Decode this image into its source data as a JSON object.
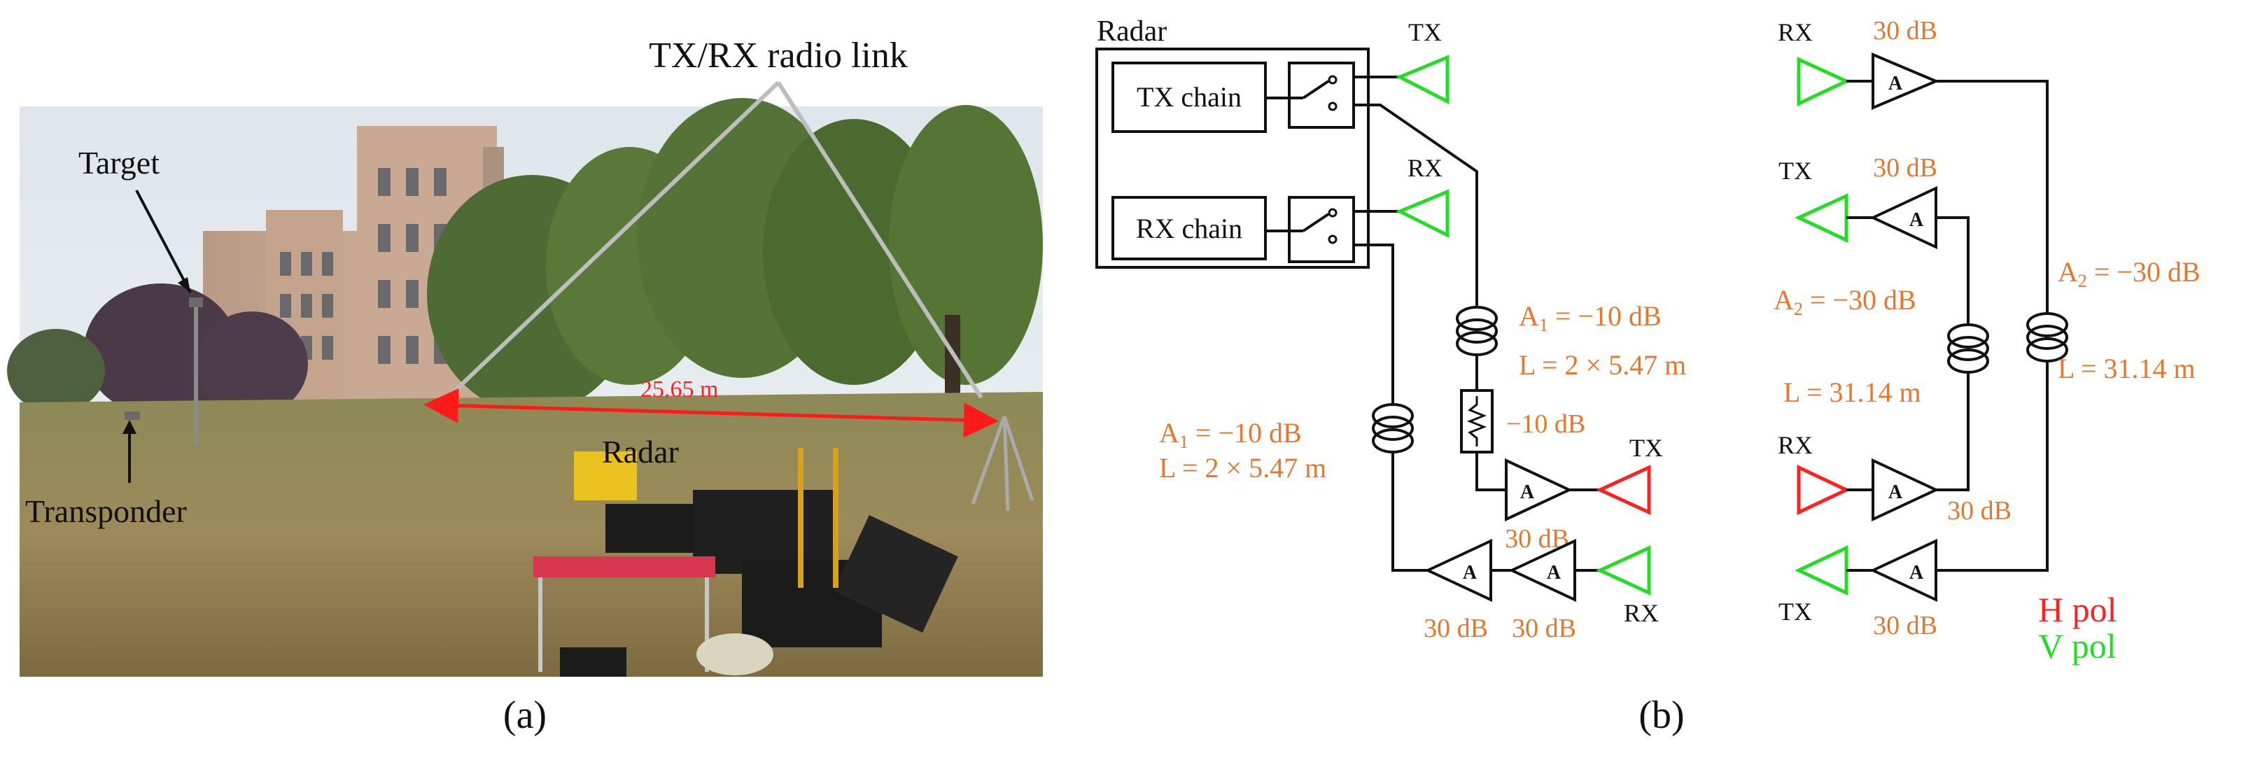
{
  "panel_a": {
    "caption": "(a)",
    "link_label": "TX/RX radio link",
    "target_label": "Target",
    "transponder_label": "Transponder",
    "radar_label": "Radar",
    "distance_label": "25.65 m"
  },
  "panel_b": {
    "caption": "(b)",
    "radar_box_label": "Radar",
    "tx_chain_label": "TX chain",
    "rx_chain_label": "RX chain",
    "amp_glyph": "A",
    "labels": {
      "tx_top": "TX",
      "rx_top": "RX",
      "a1_right_gain": "A",
      "a1_right_sub": "1",
      "a1_right_val": " = −10 dB",
      "l_right": "L = 2 × 5.47 m",
      "a1_left_gain": "A",
      "a1_left_sub": "1",
      "a1_left_val": " = −10 dB",
      "l_left": "L = 2 × 5.47 m",
      "atten": "−10 dB",
      "tx_red": "TX",
      "amp_30_tx": "30 dB",
      "rx_green_bottom": "RX",
      "amp_30_a": "30 dB",
      "amp_30_b": "30 dB",
      "rx_right_top": "RX",
      "amp_30_right_top": "30 dB",
      "tx_right_mid": "TX",
      "amp_30_right_mid": "30 dB",
      "a2_mid_gain": "A",
      "a2_mid_sub": "2",
      "a2_mid_val": " = −30 dB",
      "l_mid": "L = 31.14 m",
      "a2_right_gain": "A",
      "a2_right_sub": "2",
      "a2_right_val": " = −30 dB",
      "l_far_right": "L = 31.14 m",
      "rx_red": "RX",
      "amp_30_right_low": "30 dB",
      "tx_right_bottom": "TX",
      "amp_30_right_bottom": "30 dB",
      "legend_h": "H pol",
      "legend_v": "V pol"
    }
  },
  "colors": {
    "label_orange": "#e8762c",
    "h_pol": "#ff2020",
    "v_pol": "#22dd22",
    "measure_line": "#ff1a1a",
    "link_line": "#bdbdbd"
  }
}
